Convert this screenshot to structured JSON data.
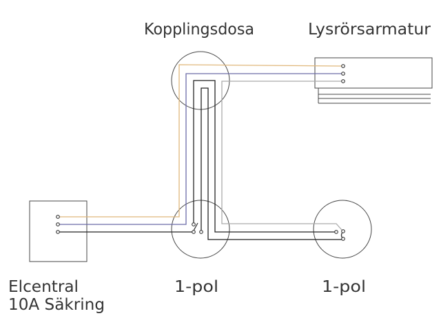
{
  "labels": {
    "junction_box": "Kopplingsdosa",
    "fluorescent_fixture": "Lysrörsarmatur",
    "panel_line1": "Elcentral",
    "panel_line2": "10A Säkring",
    "switch_1": "1-pol",
    "switch_2": "1-pol"
  },
  "colors": {
    "phase": "#e0b77a",
    "neutral": "#6a6aa8",
    "switched": "#222222",
    "earth": "#aaaaaa"
  }
}
